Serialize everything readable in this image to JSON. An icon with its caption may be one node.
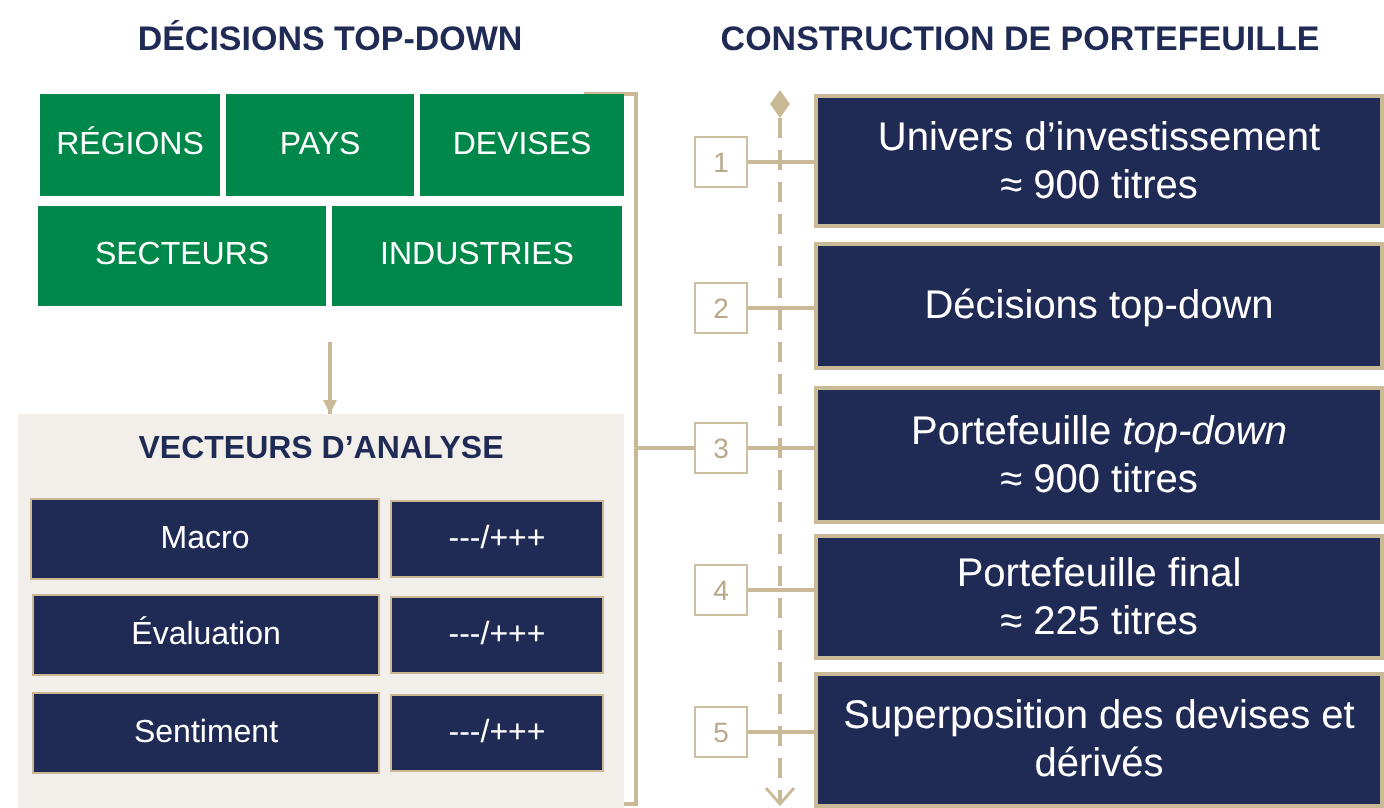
{
  "diagram": {
    "nodes": [
      {
        "text": [
          "RÉGIONS"
        ]
      },
      {
        "text": [
          "PAYS"
        ]
      },
      {
        "text": [
          "DEVISES"
        ]
      },
      {
        "text": [
          "SECTEURS"
        ]
      },
      {
        "text": [
          "INDUSTRIES"
        ]
      },
      {
        "text": [
          "VECTEURS D’ANALYSE"
        ]
      },
      {
        "text": [
          "Macro"
        ],
        "in": 5
      },
      {
        "text": [
          "---/+++"
        ],
        "in": 5
      },
      {
        "text": [
          "Évaluation"
        ],
        "in": 5
      },
      {
        "text": [
          "---/+++"
        ],
        "in": 5
      },
      {
        "text": [
          "Sentiment"
        ],
        "in": 5
      },
      {
        "text": [
          "---/+++"
        ],
        "in": 5
      },
      {
        "text": [
          "1"
        ]
      },
      {
        "text": [
          "Univers d’investissement",
          "≈ 900 titres"
        ]
      },
      {
        "text": [
          "2"
        ]
      },
      {
        "text": [
          "Décisions top-down"
        ]
      },
      {
        "text": [
          "3"
        ]
      },
      {
        "text": [
          "Portefeuille *top-down*",
          "≈ 900 titres"
        ]
      },
      {
        "text": [
          "4"
        ]
      },
      {
        "text": [
          "Portefeuille final",
          "≈ 225 titres"
        ]
      },
      {
        "text": [
          "5"
        ]
      },
      {
        "text": [
          "Superposition des devises et dérivés"
        ]
      },
      {
        "text": [],
        "shape": "bar"
      }
    ],
    "edges": [
      {
        "from": null,
        "to": 5,
        "arrow": "to"
      },
      {
        "from": 22,
        "to": 16,
        "arrow": "none"
      },
      {
        "from": 12,
        "to": 13,
        "arrow": "none"
      },
      {
        "from": 14,
        "to": 15,
        "arrow": "none"
      },
      {
        "from": 16,
        "to": 17,
        "arrow": "none"
      },
      {
        "from": 18,
        "to": 19,
        "arrow": "none"
      },
      {
        "from": 20,
        "to": 21,
        "arrow": "none"
      }
    ],
    "labels": [
      "DÉCISIONS TOP-DOWN",
      "CONSTRUCTION DE PORTEFEUILLE"
    ]
  }
}
